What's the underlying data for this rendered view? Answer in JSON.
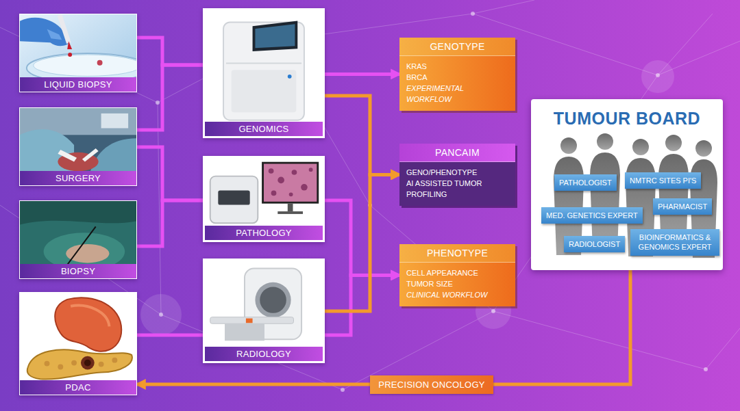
{
  "diagram": {
    "nodes": [
      {
        "text": [
          "LIQUID BIOPSY"
        ]
      },
      {
        "text": [
          "SURGERY"
        ]
      },
      {
        "text": [
          "BIOPSY"
        ]
      },
      {
        "text": [
          "PDAC"
        ]
      },
      {
        "text": [
          "GENOMICS"
        ]
      },
      {
        "text": [
          "PATHOLOGY"
        ]
      },
      {
        "text": [
          "RADIOLOGY"
        ]
      },
      {
        "text": [
          "GENOTYPE",
          "KRAS",
          "BRCA",
          "EXPERIMENTAL WORKFLOW"
        ]
      },
      {
        "text": [
          "PANCAIM",
          "GENO/PHENOTYPE",
          "AI ASSISTED TUMOR PROFILING"
        ]
      },
      {
        "text": [
          "PHENOTYPE",
          "CELL APPEARANCE",
          "TUMOR SIZE",
          "CLINICAL WORKFLOW"
        ]
      },
      {
        "text": [
          "TUMOUR BOARD"
        ]
      },
      {
        "text": [
          "PATHOLOGIST"
        ],
        "in": 10
      },
      {
        "text": [
          "NMTRC SITES PI'S"
        ],
        "in": 10
      },
      {
        "text": [
          "MED. GENETICS EXPERT"
        ],
        "in": 10
      },
      {
        "text": [
          "PHARMACIST"
        ],
        "in": 10
      },
      {
        "text": [
          "RADIOLOGIST"
        ],
        "in": 10
      },
      {
        "text": [
          "BIOINFORMATICS & GENOMICS EXPERT"
        ],
        "in": 10
      }
    ],
    "edges": [
      {
        "from": 0,
        "to": 4,
        "arrow": "none"
      },
      {
        "from": 1,
        "to": 4,
        "arrow": "none"
      },
      {
        "from": 1,
        "to": 5,
        "arrow": "none"
      },
      {
        "from": 2,
        "to": 5,
        "arrow": "none"
      },
      {
        "from": 3,
        "to": 6,
        "arrow": "none"
      },
      {
        "from": 4,
        "to": 7,
        "arrow": "to"
      },
      {
        "from": 5,
        "to": 9,
        "arrow": "to"
      },
      {
        "from": 6,
        "to": 9,
        "arrow": "to"
      },
      {
        "from": 4,
        "to": 8,
        "arrow": "to"
      },
      {
        "from": 6,
        "to": 8,
        "arrow": "to"
      },
      {
        "from": 10,
        "to": 3,
        "label": "PRECISION ONCOLOGY",
        "arrow": "to"
      }
    ]
  }
}
